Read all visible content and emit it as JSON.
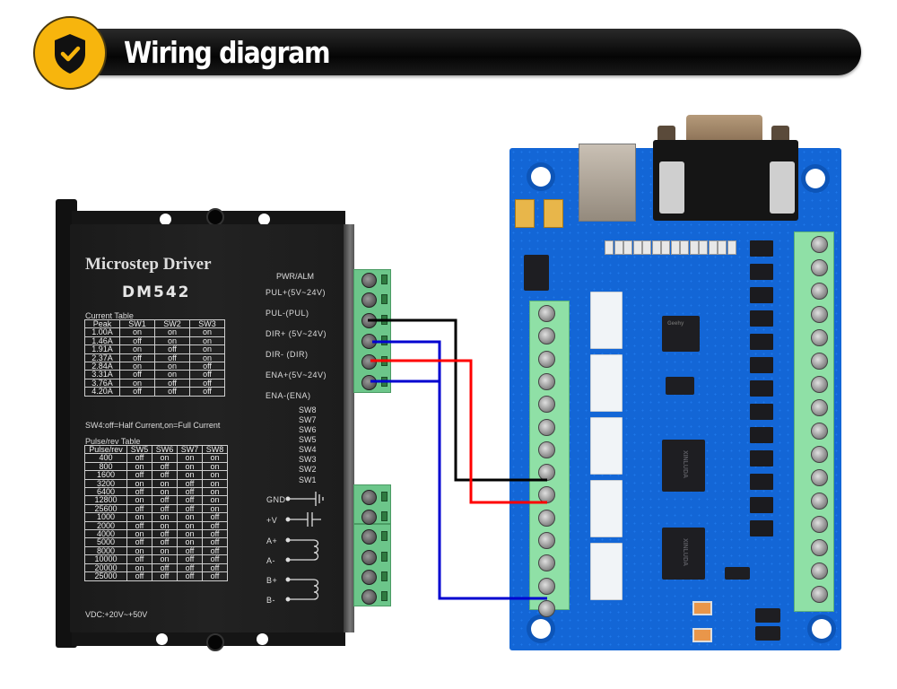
{
  "header": {
    "title": "Wiring diagram",
    "badge_icon": "shield-check-icon",
    "badge_color": "#f7b50d"
  },
  "driver": {
    "title": "Microstep Driver",
    "model": "DM542",
    "current_table": {
      "caption": "Current Table",
      "columns": [
        "Peak",
        "SW1",
        "SW2",
        "SW3"
      ],
      "rows": [
        [
          "1.00A",
          "on",
          "on",
          "on"
        ],
        [
          "1.46A",
          "off",
          "on",
          "on"
        ],
        [
          "1.91A",
          "on",
          "off",
          "on"
        ],
        [
          "2.37A",
          "off",
          "off",
          "on"
        ],
        [
          "2.84A",
          "on",
          "on",
          "off"
        ],
        [
          "3.31A",
          "off",
          "on",
          "off"
        ],
        [
          "3.76A",
          "on",
          "off",
          "off"
        ],
        [
          "4.20A",
          "off",
          "off",
          "off"
        ]
      ]
    },
    "sw4_note": "SW4:off=Half Current,on=Full Current",
    "pulse_table": {
      "caption": "Pulse/rev Table",
      "columns": [
        "Pulse/rev",
        "SW5",
        "SW6",
        "SW7",
        "SW8"
      ],
      "rows": [
        [
          "400",
          "off",
          "on",
          "on",
          "on"
        ],
        [
          "800",
          "on",
          "off",
          "on",
          "on"
        ],
        [
          "1600",
          "off",
          "off",
          "on",
          "on"
        ],
        [
          "3200",
          "on",
          "on",
          "off",
          "on"
        ],
        [
          "6400",
          "off",
          "on",
          "off",
          "on"
        ],
        [
          "12800",
          "on",
          "off",
          "off",
          "on"
        ],
        [
          "25600",
          "off",
          "off",
          "off",
          "on"
        ],
        [
          "1000",
          "on",
          "on",
          "on",
          "off"
        ],
        [
          "2000",
          "off",
          "on",
          "on",
          "off"
        ],
        [
          "4000",
          "on",
          "off",
          "on",
          "off"
        ],
        [
          "5000",
          "off",
          "off",
          "on",
          "off"
        ],
        [
          "8000",
          "on",
          "on",
          "off",
          "off"
        ],
        [
          "10000",
          "off",
          "on",
          "off",
          "off"
        ],
        [
          "20000",
          "on",
          "off",
          "off",
          "off"
        ],
        [
          "25000",
          "off",
          "off",
          "off",
          "off"
        ]
      ]
    },
    "vdc_note": "VDC:+20V~+50V",
    "pwr_alm": "PWR/ALM",
    "signals": [
      "PUL+(5V~24V)",
      "PUL-(PUL)",
      "DIR+ (5V~24V)",
      "DIR- (DIR)",
      "ENA+(5V~24V)",
      "ENA-(ENA)"
    ],
    "switches": [
      "SW8",
      "SW7",
      "SW6",
      "SW5",
      "SW4",
      "SW3",
      "SW2",
      "SW1"
    ],
    "power_terms": [
      "GND",
      "+V",
      "A+",
      "A-",
      "B+",
      "B-"
    ]
  },
  "controller": {
    "mcu_label": "Geehy",
    "driver_chip_label": "XINLUDA",
    "left_terminal_count": 14,
    "right_terminal_count": 16
  },
  "wires": [
    {
      "color": "#000000",
      "from": "PUL-(PUL)",
      "to": "controller terminal 8"
    },
    {
      "color": "#0000d0",
      "from": "DIR+ (5V~24V)",
      "to": "controller terminal 14"
    },
    {
      "color": "#ff0000",
      "from": "DIR- (DIR)",
      "to": "controller terminal 9"
    },
    {
      "color": "#0000d0",
      "from": "ENA+(5V~24V)",
      "to": "controller terminal 14"
    }
  ]
}
